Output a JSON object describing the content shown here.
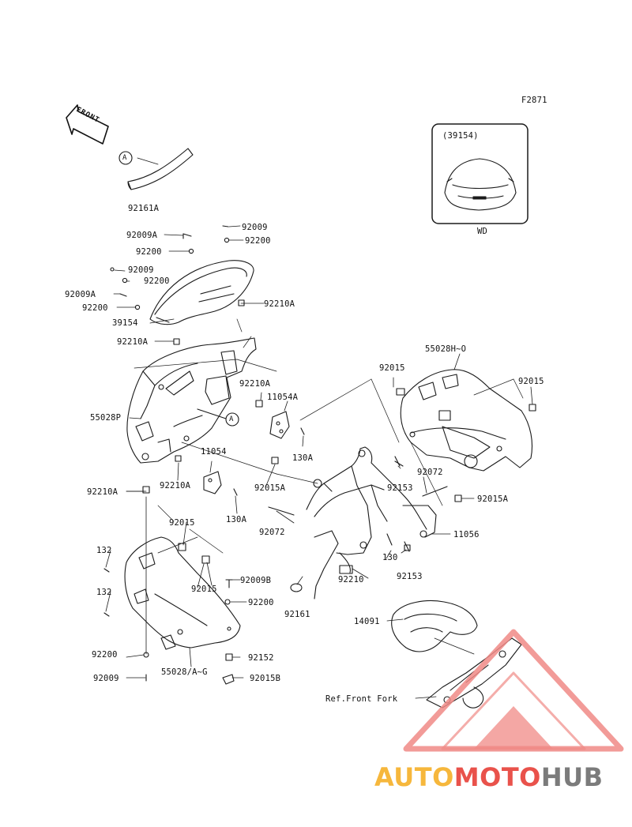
{
  "figure_code": "F2871",
  "front_label": "FRONT",
  "ref_marker": "A",
  "inset": {
    "part": "(39154)",
    "caption": "WD"
  },
  "reference": "Ref.Front Fork",
  "logo": {
    "part1": "AUTO",
    "part2": "MOTO",
    "part3": "HUB",
    "colors": [
      "#f6b73c",
      "#e9524b",
      "#7b7b7b"
    ]
  },
  "parts": [
    {
      "id": "p-92161a",
      "label": "92161A"
    },
    {
      "id": "p-92009-1",
      "label": "92009"
    },
    {
      "id": "p-92009a-1",
      "label": "92009A"
    },
    {
      "id": "p-92200-1",
      "label": "92200"
    },
    {
      "id": "p-92200-2",
      "label": "92200"
    },
    {
      "id": "p-92009-2",
      "label": "92009"
    },
    {
      "id": "p-92200-3",
      "label": "92200"
    },
    {
      "id": "p-92009a-2",
      "label": "92009A"
    },
    {
      "id": "p-92200-4",
      "label": "92200"
    },
    {
      "id": "p-92210a-1",
      "label": "92210A"
    },
    {
      "id": "p-39154",
      "label": "39154"
    },
    {
      "id": "p-92210a-2",
      "label": "92210A"
    },
    {
      "id": "p-55028h",
      "label": "55028H~O"
    },
    {
      "id": "p-92015-1",
      "label": "92015"
    },
    {
      "id": "p-92015-2",
      "label": "92015"
    },
    {
      "id": "p-92210a-3",
      "label": "92210A"
    },
    {
      "id": "p-11054a",
      "label": "11054A"
    },
    {
      "id": "p-55028p",
      "label": "55028P"
    },
    {
      "id": "p-130a-1",
      "label": "130A"
    },
    {
      "id": "p-11054",
      "label": "11054"
    },
    {
      "id": "p-92210a-4",
      "label": "92210A"
    },
    {
      "id": "p-92015a-1",
      "label": "92015A"
    },
    {
      "id": "p-92153-1",
      "label": "92153"
    },
    {
      "id": "p-92072-1",
      "label": "92072"
    },
    {
      "id": "p-92210a-5",
      "label": "92210A"
    },
    {
      "id": "p-130a-2",
      "label": "130A"
    },
    {
      "id": "p-92015a-2",
      "label": "92015A"
    },
    {
      "id": "p-92015-3",
      "label": "92015"
    },
    {
      "id": "p-92072-2",
      "label": "92072"
    },
    {
      "id": "p-11056",
      "label": "11056"
    },
    {
      "id": "p-132-1",
      "label": "132"
    },
    {
      "id": "p-130",
      "label": "130"
    },
    {
      "id": "p-92153-2",
      "label": "92153"
    },
    {
      "id": "p-92015-4",
      "label": "92015"
    },
    {
      "id": "p-92009b",
      "label": "92009B"
    },
    {
      "id": "p-92210",
      "label": "92210"
    },
    {
      "id": "p-132-2",
      "label": "132"
    },
    {
      "id": "p-92200-5",
      "label": "92200"
    },
    {
      "id": "p-92161",
      "label": "92161"
    },
    {
      "id": "p-14091",
      "label": "14091"
    },
    {
      "id": "p-92200-6",
      "label": "92200"
    },
    {
      "id": "p-92152",
      "label": "92152"
    },
    {
      "id": "p-55028ag",
      "label": "55028/A~G"
    },
    {
      "id": "p-92009-3",
      "label": "92009"
    },
    {
      "id": "p-92015b",
      "label": "92015B"
    }
  ]
}
